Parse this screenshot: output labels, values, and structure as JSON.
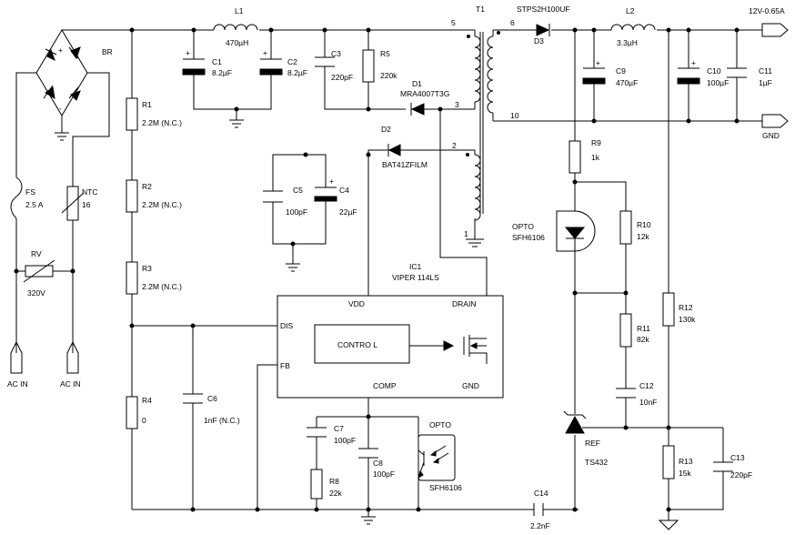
{
  "title": {
    "top_right": "12V-0.65A"
  },
  "nodes": {
    "gnd": "GND",
    "ac_in_left": "AC IN",
    "ac_in_right": "AC IN"
  },
  "bridge": {
    "ref": "BR"
  },
  "fuse": {
    "ref": "FS",
    "value": "2.5 A"
  },
  "ntc": {
    "ref": "NTC",
    "value": "16"
  },
  "varistor": {
    "ref": "RV",
    "value": "320V"
  },
  "inductor_l1": {
    "ref": "L1",
    "value": "470µH"
  },
  "inductor_l2": {
    "ref": "L2",
    "value": "3.3µH"
  },
  "transformer": {
    "ref": "T1",
    "pin5": "5",
    "pin6": "6",
    "pin3": "3",
    "pin10": "10",
    "pin2": "2",
    "pin1": "1"
  },
  "caps": {
    "c1": {
      "ref": "C1",
      "value": "8.2µF"
    },
    "c2": {
      "ref": "C2",
      "value": "8.2µF"
    },
    "c3": {
      "ref": "C3",
      "value": "220pF"
    },
    "c4": {
      "ref": "C4",
      "value": "22µF"
    },
    "c5": {
      "ref": "C5",
      "value": "100pF"
    },
    "c6": {
      "ref": "C6",
      "value": "1nF (N.C.)"
    },
    "c7": {
      "ref": "C7",
      "value": "100pF"
    },
    "c8": {
      "ref": "C8",
      "value": "100pF"
    },
    "c9": {
      "ref": "C9",
      "value": "470µF"
    },
    "c10": {
      "ref": "C10",
      "value": "100µF"
    },
    "c11": {
      "ref": "C11",
      "value": "1µF"
    },
    "c12": {
      "ref": "C12",
      "value": "10nF"
    },
    "c13": {
      "ref": "C13",
      "value": "220pF"
    },
    "c14": {
      "ref": "C14",
      "value": "2.2nF"
    }
  },
  "resistors": {
    "r1": {
      "ref": "R1",
      "value": "2.2M (N.C.)"
    },
    "r2": {
      "ref": "R2",
      "value": "2.2M (N.C.)"
    },
    "r3": {
      "ref": "R3",
      "value": "2.2M (N.C.)"
    },
    "r4": {
      "ref": "R4",
      "value": "0"
    },
    "r5": {
      "ref": "R5",
      "value": "220k"
    },
    "r8": {
      "ref": "R8",
      "value": "22k"
    },
    "r9": {
      "ref": "R9",
      "value": "1k"
    },
    "r10": {
      "ref": "R10",
      "value": "12k"
    },
    "r11": {
      "ref": "R11",
      "value": "82k"
    },
    "r12": {
      "ref": "R12",
      "value": "130k"
    },
    "r13": {
      "ref": "R13",
      "value": "15k"
    }
  },
  "diodes": {
    "d1": {
      "ref": "D1",
      "value": "MRA4007T3G"
    },
    "d2": {
      "ref": "D2",
      "value": "BAT41ZFILM"
    },
    "d3": {
      "ref": "D3",
      "value": "STPS2H100UF"
    }
  },
  "ic1": {
    "ref": "IC1",
    "part": "VIPER 114LS",
    "vdd": "VDD",
    "drain": "DRAIN",
    "dis": "DIS",
    "fb": "FB",
    "comp": "COMP",
    "gnd": "GND",
    "control": "CONTRO L"
  },
  "opto_top": {
    "ref": "OPTO",
    "part": "SFH6106"
  },
  "opto_bottom": {
    "ref": "OPTO",
    "part": "SFH6106"
  },
  "ref": {
    "ref": "REF",
    "part": "TS432"
  }
}
